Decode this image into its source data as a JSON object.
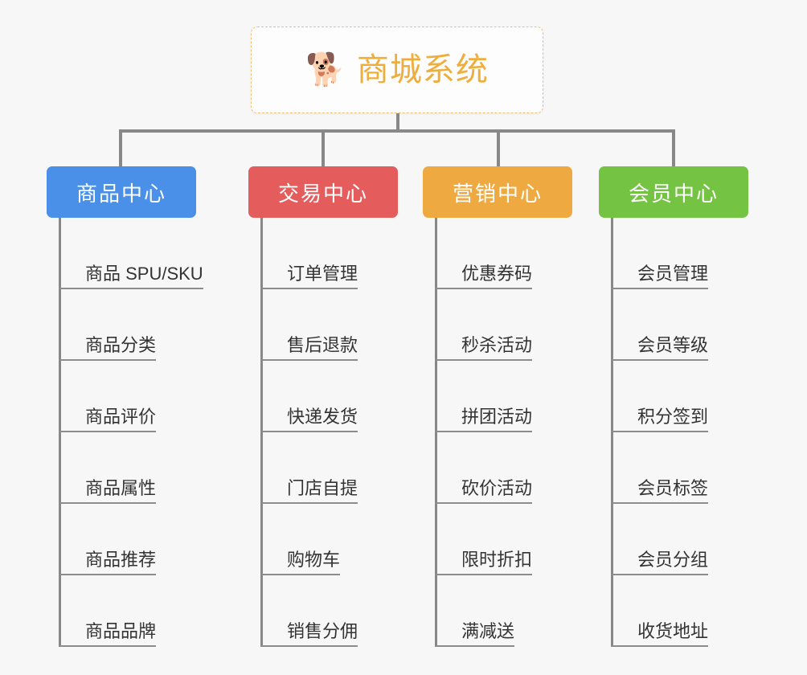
{
  "diagram": {
    "title": "商城系统",
    "root": {
      "label": "商城系统",
      "icon": "shiba-dog-emoji",
      "glyph": "🐕",
      "border_color": "#f0c070",
      "text_color": "#efae3c"
    },
    "connector_color": "#888888",
    "background_color": "#f7f7f7",
    "columns": [
      {
        "label": "商品中心",
        "color": "#4a90e8",
        "items": [
          "商品 SPU/SKU",
          "商品分类",
          "商品评价",
          "商品属性",
          "商品推荐",
          "商品品牌"
        ]
      },
      {
        "label": "交易中心",
        "color": "#e55c5c",
        "items": [
          "订单管理",
          "售后退款",
          "快递发货",
          "门店自提",
          "购物车",
          "销售分佣"
        ]
      },
      {
        "label": "营销中心",
        "color": "#eeaa40",
        "items": [
          "优惠券码",
          "秒杀活动",
          "拼团活动",
          "砍价活动",
          "限时折扣",
          "满减送"
        ]
      },
      {
        "label": "会员中心",
        "color": "#75c343",
        "items": [
          "会员管理",
          "会员等级",
          "积分签到",
          "会员标签",
          "会员分组",
          "收货地址"
        ]
      }
    ]
  }
}
